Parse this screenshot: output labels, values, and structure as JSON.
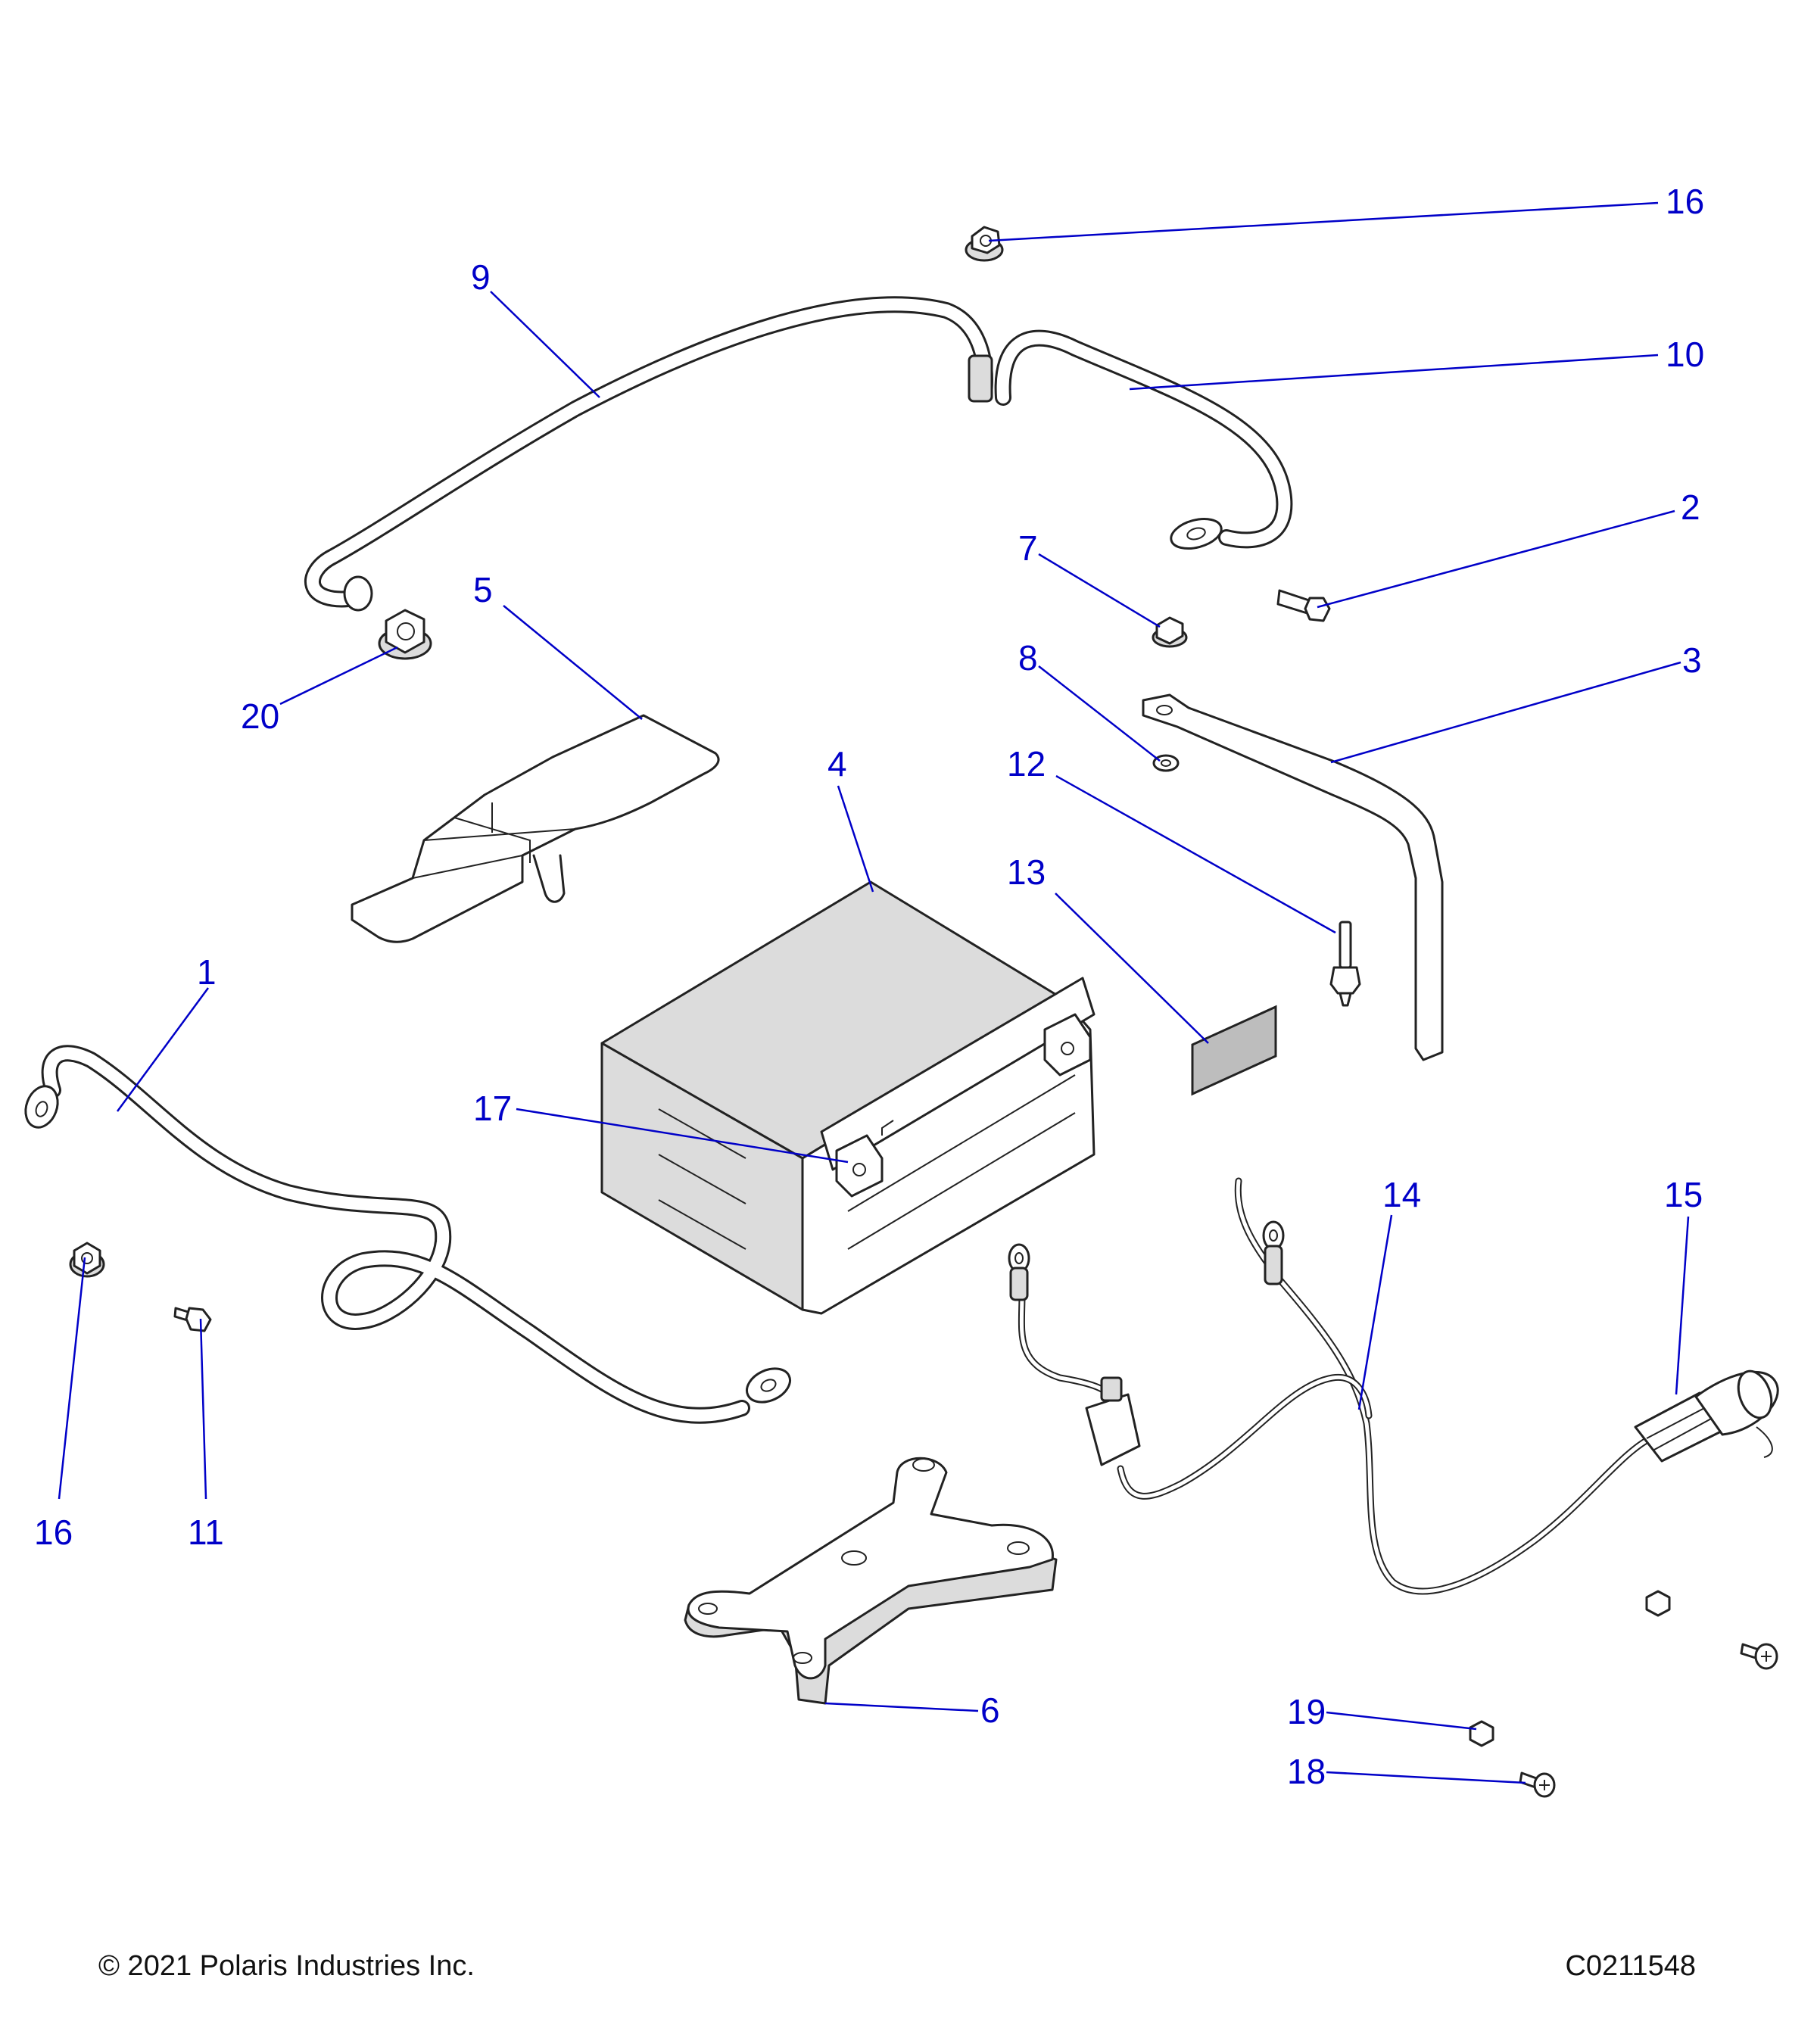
{
  "callouts": {
    "c16a": "16",
    "c9": "9",
    "c10": "10",
    "c2": "2",
    "c7": "7",
    "c5": "5",
    "c20": "20",
    "c8": "8",
    "c3": "3",
    "c4": "4",
    "c12": "12",
    "c13": "13",
    "c1": "1",
    "c17": "17",
    "c14": "14",
    "c15": "15",
    "c16b": "16",
    "c11": "11",
    "c6": "6",
    "c19": "19",
    "c18": "18"
  },
  "footer": {
    "copyright": "© 2021 Polaris Industries Inc.",
    "drawing_number": "C0211548"
  },
  "colors": {
    "callout": "#0000c8",
    "line": "#222222",
    "shade": "#dcdcdc"
  }
}
